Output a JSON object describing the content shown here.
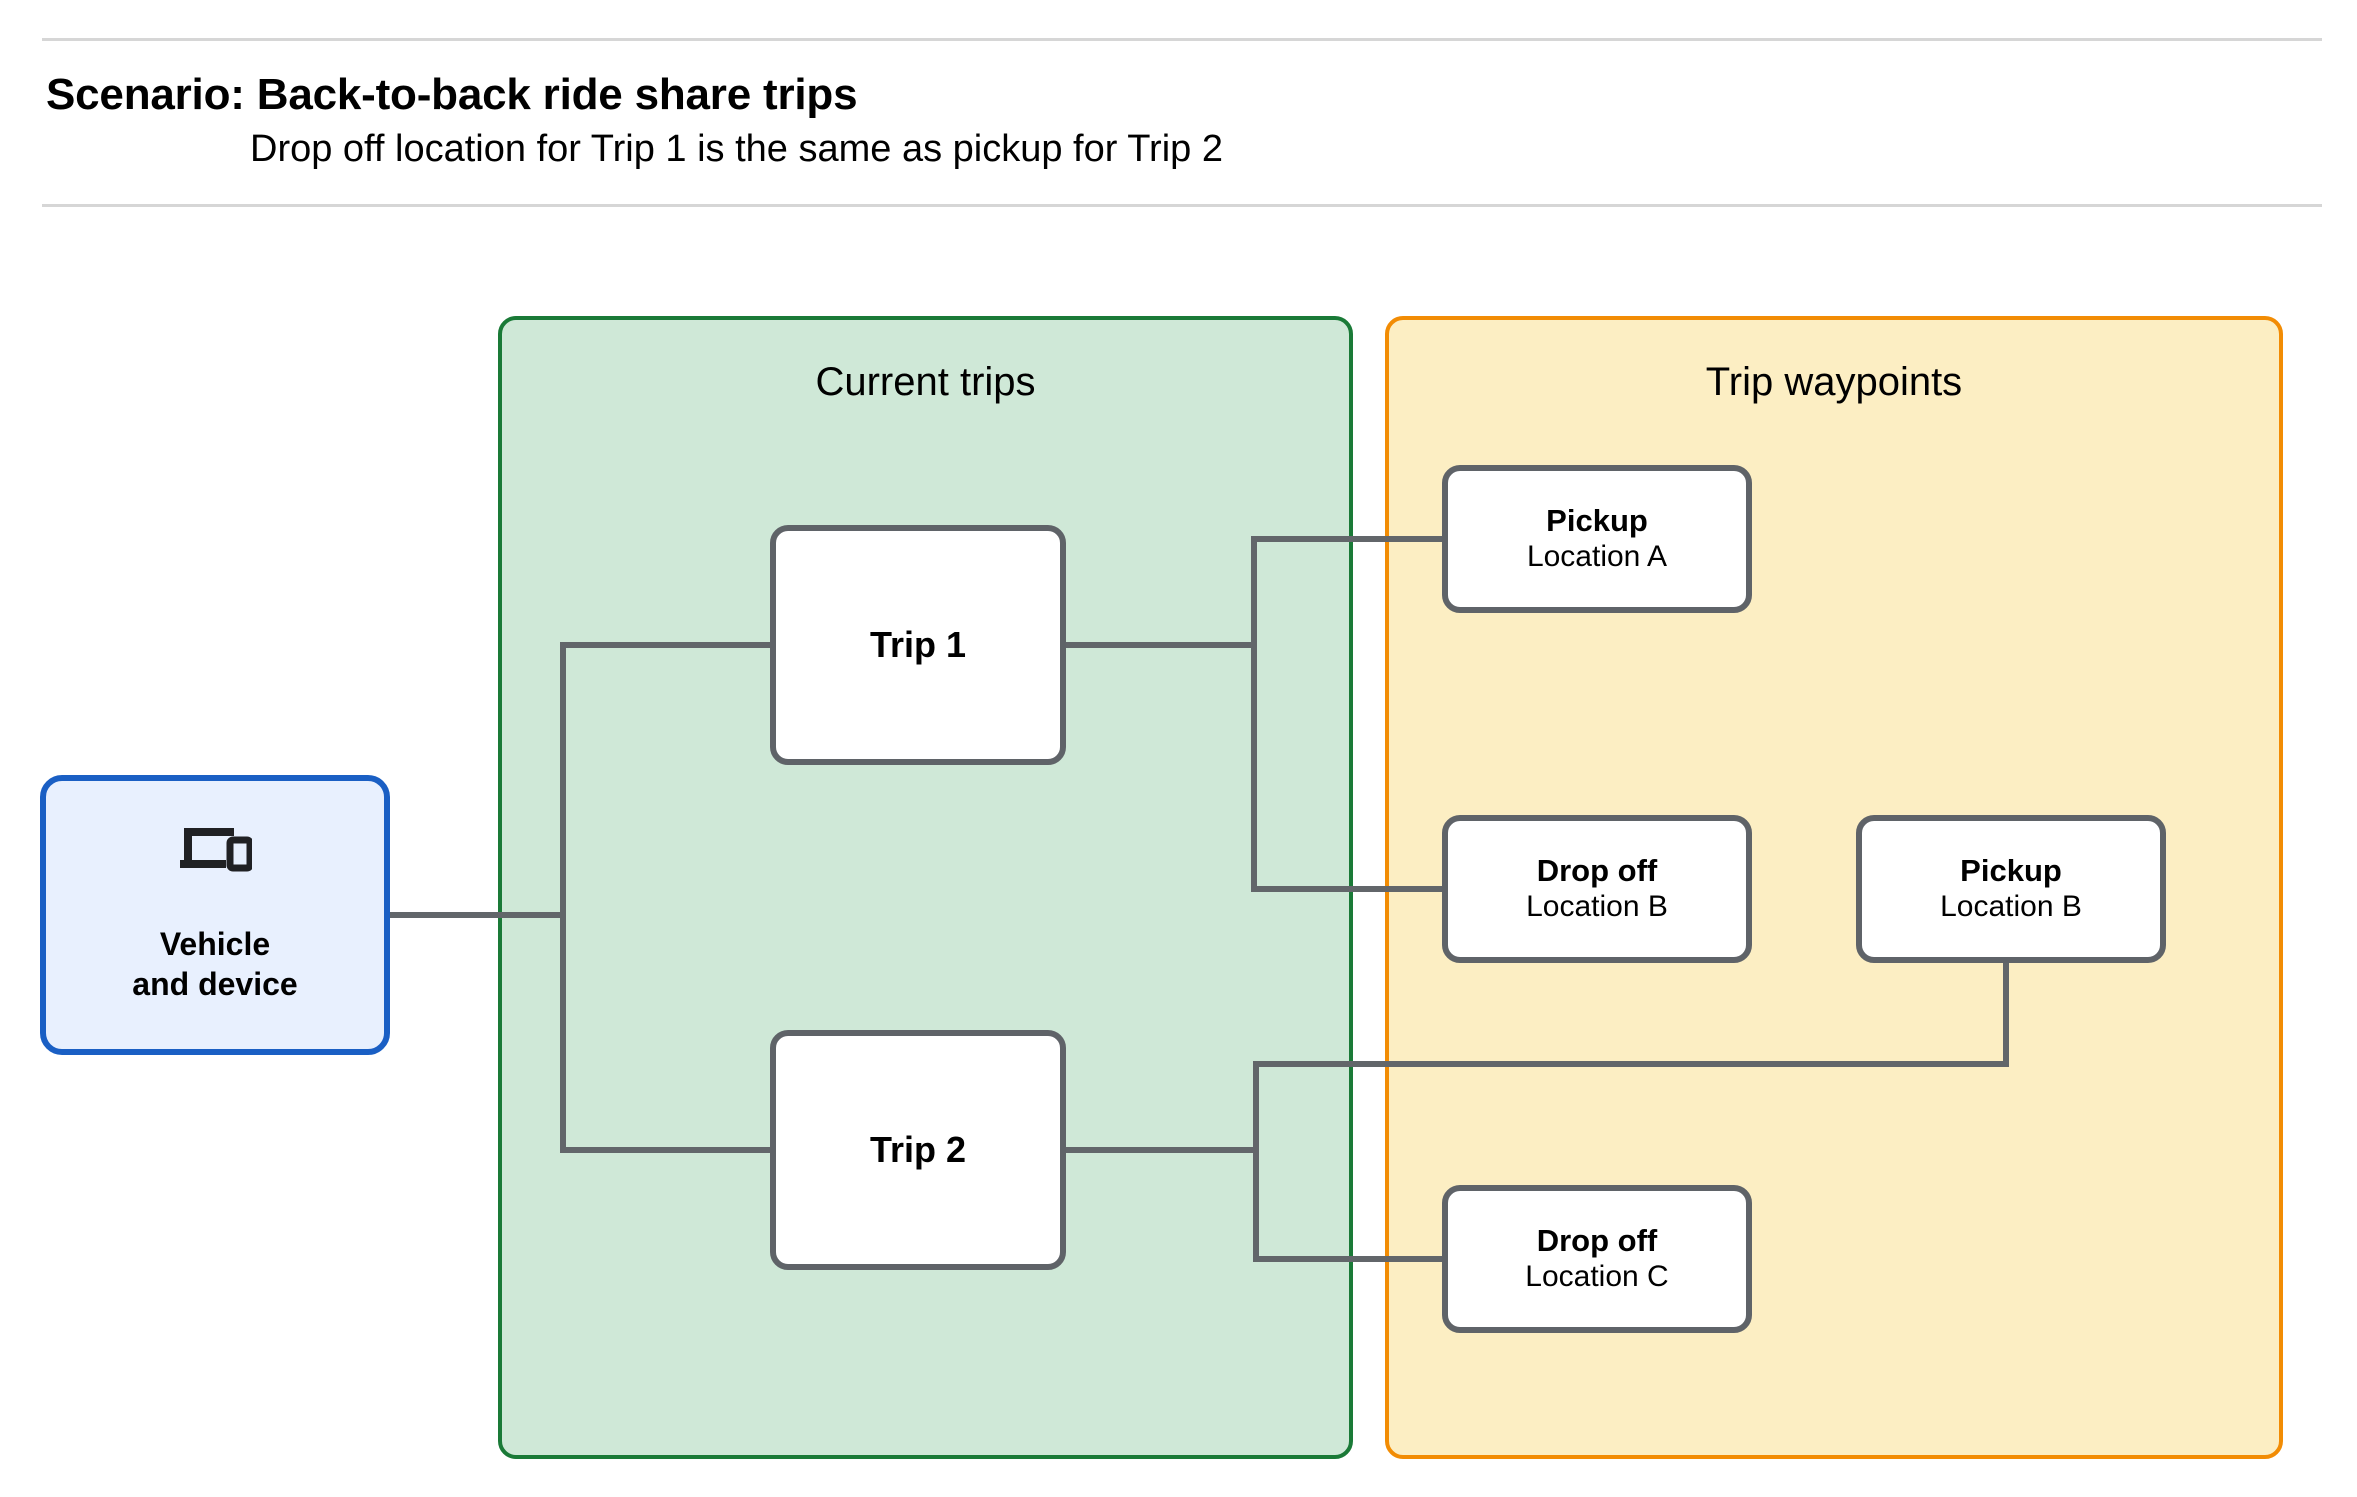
{
  "header": {
    "title": "Scenario: Back-to-back ride share trips",
    "subtitle": "Drop off  location for Trip 1 is the same as pickup for Trip 2"
  },
  "panels": {
    "current_trips": {
      "title": "Current trips",
      "fill": "#cfe8d7",
      "border": "#1a7a37"
    },
    "trip_waypoints": {
      "title": "Trip waypoints",
      "fill": "#fceec3",
      "border": "#f28c04"
    }
  },
  "nodes": {
    "vehicle": {
      "icon": "devices-icon",
      "label_line_1": "Vehicle",
      "label_line_2": "and device",
      "fill": "#e8f0fe",
      "border": "#1a5fc4"
    },
    "trip_1": {
      "label": "Trip 1"
    },
    "trip_2": {
      "label": "Trip 2"
    },
    "pickup_a": {
      "kind": "Pickup",
      "location": "Location A"
    },
    "dropoff_b": {
      "kind": "Drop off",
      "location": "Location B"
    },
    "pickup_b": {
      "kind": "Pickup",
      "location": "Location B"
    },
    "dropoff_c": {
      "kind": "Drop off",
      "location": "Location C"
    }
  },
  "edges": [
    {
      "from": "vehicle",
      "to": "trip_1"
    },
    {
      "from": "vehicle",
      "to": "trip_2"
    },
    {
      "from": "trip_1",
      "to": "pickup_a"
    },
    {
      "from": "trip_1",
      "to": "dropoff_b"
    },
    {
      "from": "trip_2",
      "to": "pickup_b"
    },
    {
      "from": "trip_2",
      "to": "dropoff_c"
    }
  ],
  "colors": {
    "connector": "#62666a",
    "node_border": "#5f6368",
    "rule": "#d6d6d6"
  }
}
